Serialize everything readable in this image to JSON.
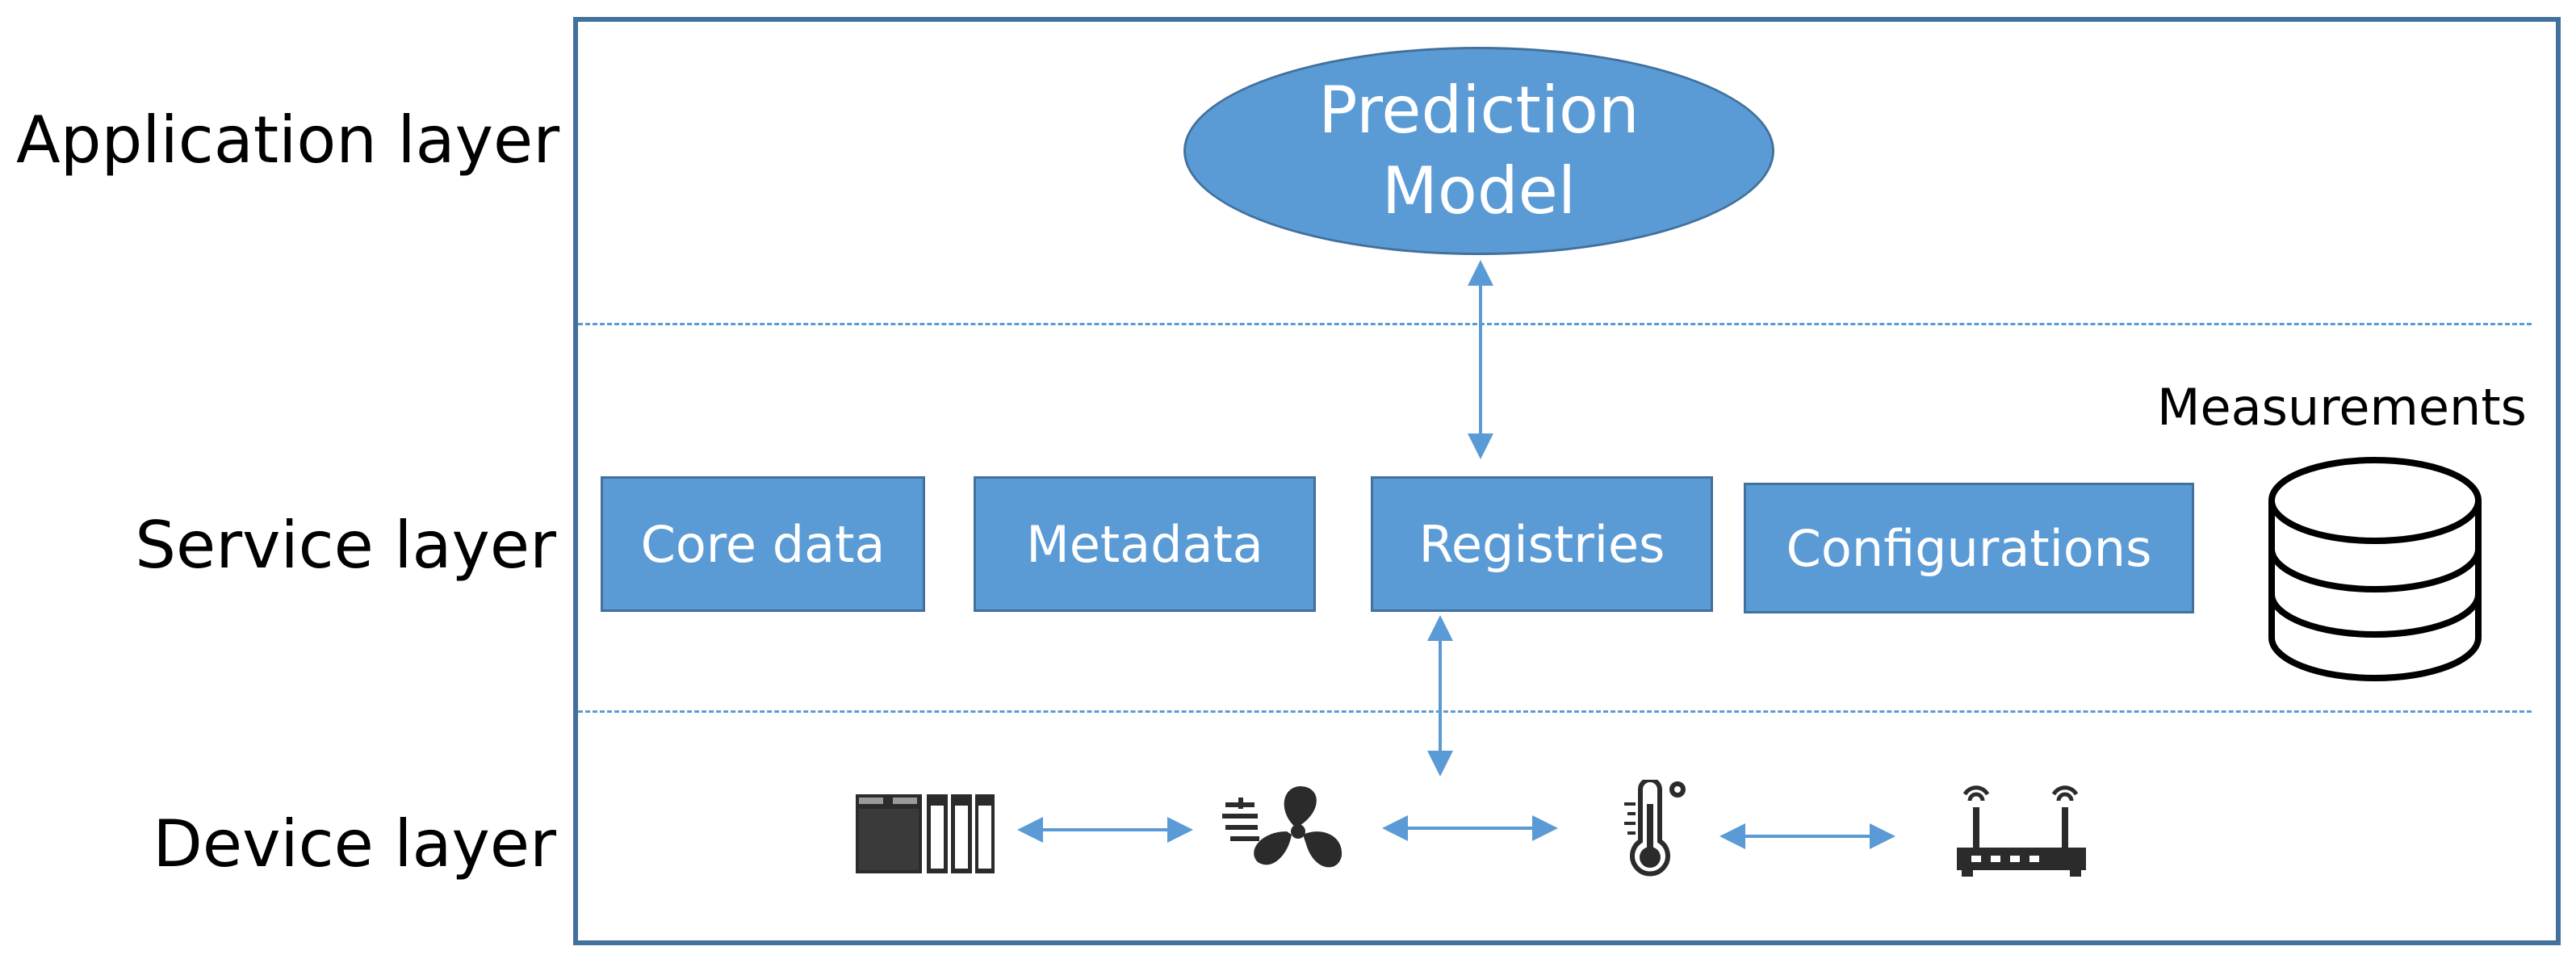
{
  "layers": {
    "application": "Application layer",
    "service": "Service layer",
    "device": "Device layer"
  },
  "application": {
    "model": "Prediction\nModel"
  },
  "services": {
    "core_data": "Core data",
    "metadata": "Metadata",
    "registries": "Registries",
    "configurations": "Configurations"
  },
  "storage": {
    "label": "Measurements",
    "icon": "database-icon"
  },
  "devices": [
    {
      "icon": "controller-rack-icon"
    },
    {
      "icon": "fan-icon"
    },
    {
      "icon": "thermometer-icon"
    },
    {
      "icon": "router-icon"
    }
  ],
  "colors": {
    "box_fill": "#5b9bd5",
    "box_border": "#41719c",
    "arrow": "#5b9bd5",
    "divider": "#5b9bd5"
  }
}
